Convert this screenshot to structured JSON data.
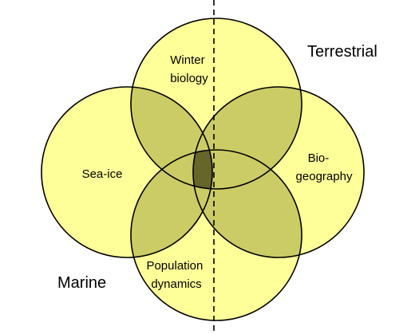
{
  "diagram": {
    "circles": [
      {
        "id": "winter-biology",
        "lines": [
          "Winter",
          "biology"
        ]
      },
      {
        "id": "sea-ice",
        "lines": [
          "Sea-ice"
        ]
      },
      {
        "id": "biogeography",
        "lines": [
          "Bio-",
          "geography"
        ]
      },
      {
        "id": "population-dynamics",
        "lines": [
          "Population",
          "dynamics"
        ]
      }
    ],
    "regions": {
      "terrestrial": "Terrestrial",
      "marine": "Marine"
    },
    "colors": {
      "circle_fill": "#ffff99",
      "two_overlap": "#cccc66",
      "center_overlap": "#999933",
      "center_left": "#66662a",
      "stroke": "#000000"
    }
  }
}
